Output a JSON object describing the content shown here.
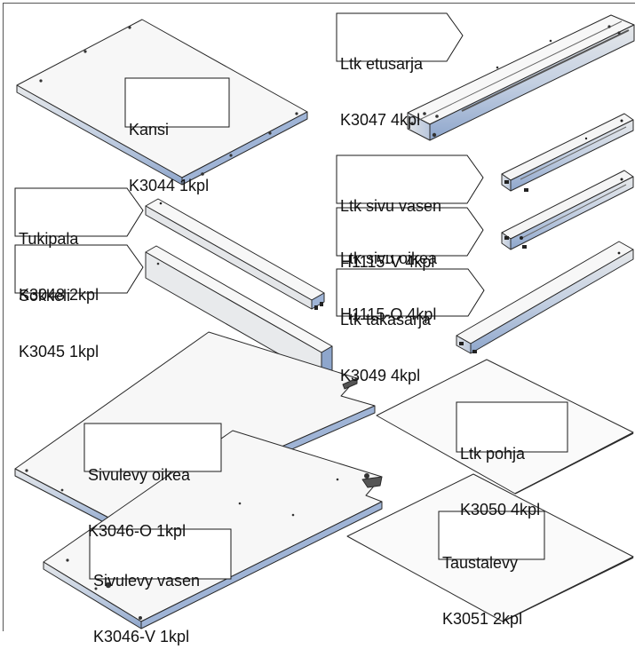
{
  "colors": {
    "panel_top": "#f7f7f7",
    "panel_edge_light": "#d9dcdf",
    "panel_edge_blue": "#8ea6cc",
    "outline": "#2a2a2a",
    "frame": "#555555"
  },
  "parts": [
    {
      "id": "kansi",
      "name": "Kansi",
      "code": "K3044 1kpl"
    },
    {
      "id": "ltk-etusarja",
      "name": "Ltk etusarja",
      "code": "K3047 4kpl"
    },
    {
      "id": "tukipala",
      "name": "Tukipala",
      "code": "K3048 2kpl"
    },
    {
      "id": "ltk-sivu-vasen",
      "name": "Ltk sivu vasen",
      "code": "H1115-V 4kpl"
    },
    {
      "id": "ltk-sivu-oikea",
      "name": "Ltk sivu oikea",
      "code": "H1115-O 4kpl"
    },
    {
      "id": "sokkeli",
      "name": "Sokkeli",
      "code": "K3045 1kpl"
    },
    {
      "id": "ltk-takasarja",
      "name": "Ltk takasarja",
      "code": "K3049 4kpl"
    },
    {
      "id": "ltk-pohja",
      "name": "Ltk pohja",
      "code": "K3050 4kpl"
    },
    {
      "id": "sivulevy-oikea",
      "name": "Sivulevy oikea",
      "code": "K3046-O 1kpl"
    },
    {
      "id": "taustalevy",
      "name": "Taustalevy",
      "code": "K3051 2kpl"
    },
    {
      "id": "sivulevy-vasen",
      "name": "Sivulevy vasen",
      "code": "K3046-V 1kpl"
    }
  ]
}
